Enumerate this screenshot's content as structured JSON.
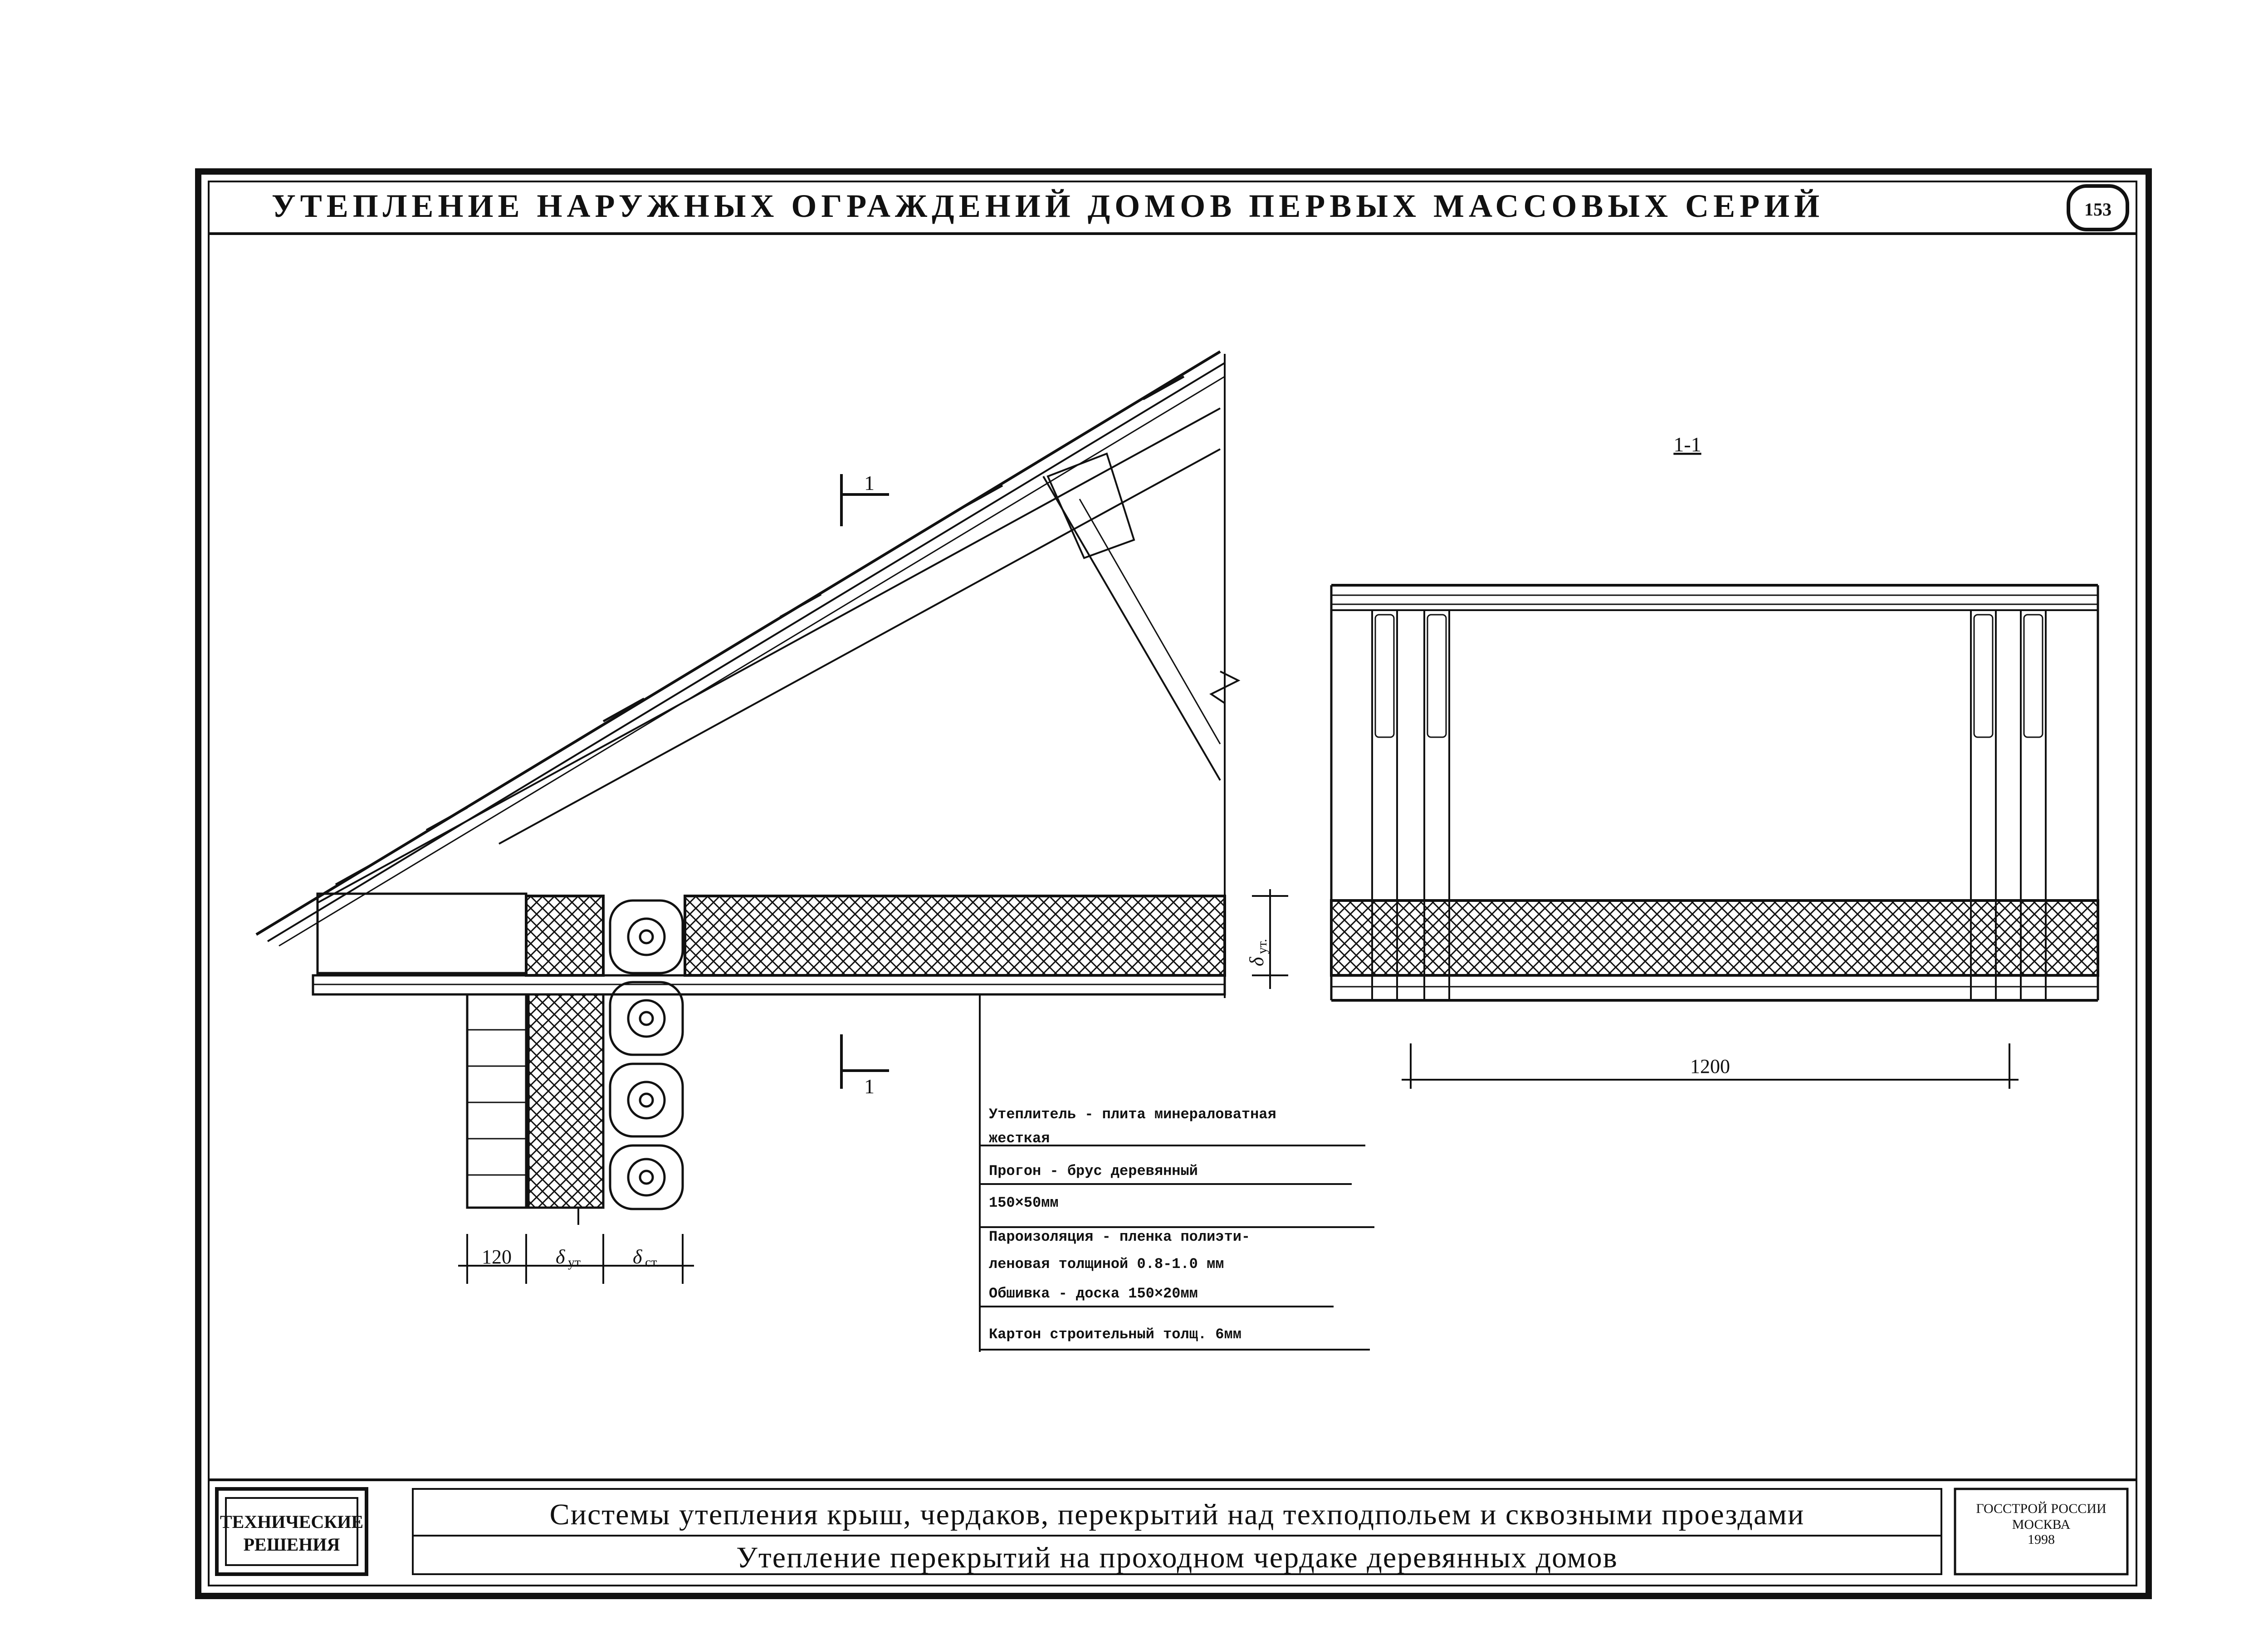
{
  "header": {
    "title": "УТЕПЛЕНИЕ НАРУЖНЫХ ОГРАЖДЕНИЙ ДОМОВ ПЕРВЫХ МАССОВЫХ СЕРИЙ",
    "page_number": "153"
  },
  "drawing": {
    "section_title": "1-1",
    "cut_mark": "1",
    "dimension_1200": "1200",
    "dimension_120": "120",
    "delta": "δ",
    "sub_ut": "ут.",
    "sub_st": "ст."
  },
  "legend": [
    "Утеплитель - плита минераловатная",
    "жесткая",
    "Прогон - брус деревянный",
    "150×50мм",
    "Пароизоляция - пленка полиэти-",
    "леновая толщиной 0.8-1.0 мм",
    "Обшивка - доска 150×20мм",
    "Картон строительный толщ. 6мм"
  ],
  "footer": {
    "box_line1": "ТЕХНИЧЕСКИЕ",
    "box_line2": "РЕШЕНИЯ",
    "subtitle1": "Системы утепления крыш, чердаков, перекрытий над техподпольем и сквозными проездами",
    "subtitle2": "Утепление перекрытий на проходном чердаке деревянных домов",
    "org_line1": "ГОССТРОЙ РОССИИ",
    "org_line2": "МОСКВА",
    "org_line3": "1998"
  }
}
